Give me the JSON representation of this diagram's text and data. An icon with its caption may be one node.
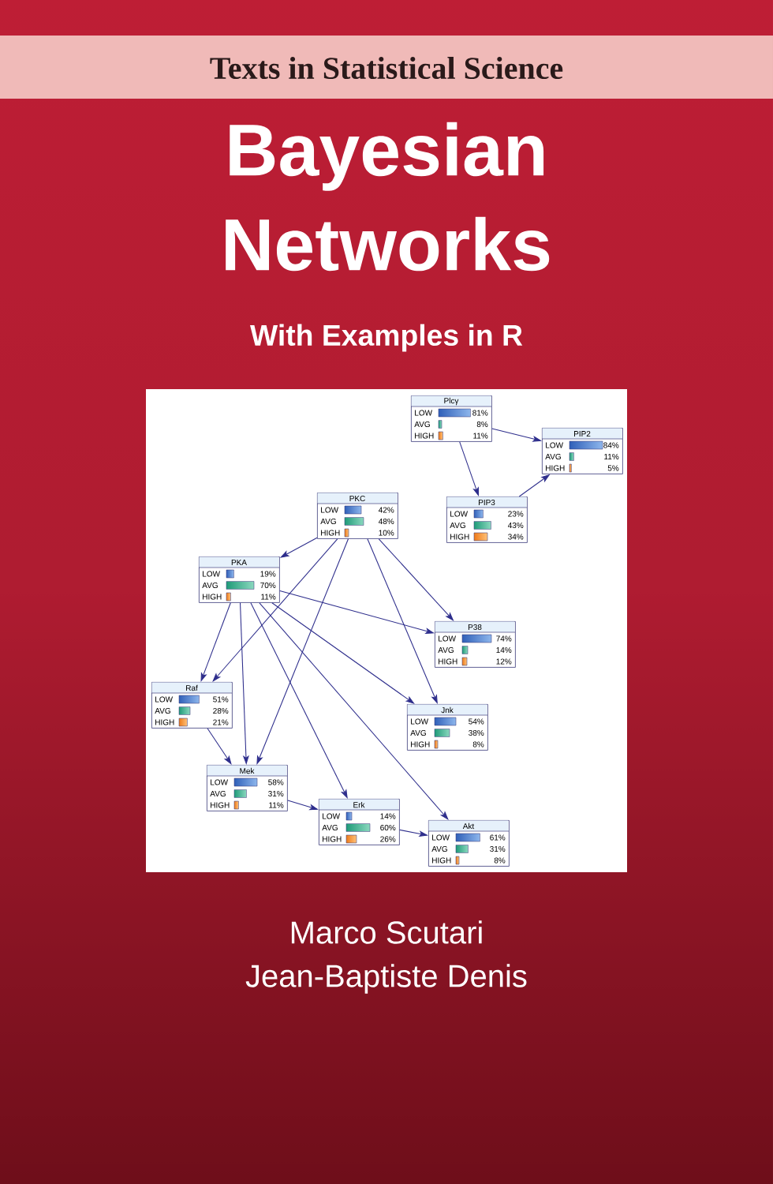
{
  "diagram": {
    "title": "Bayesian Networks",
    "nodes": [
      {
        "text": [
          "Plcγ",
          "LOW",
          "81%",
          "AVG",
          "8%",
          "HIGH",
          "11%"
        ]
      },
      {
        "text": [
          "PIP2",
          "LOW",
          "84%",
          "AVG",
          "11%",
          "HIGH",
          "5%"
        ]
      },
      {
        "text": [
          "PKC",
          "LOW",
          "42%",
          "AVG",
          "48%",
          "HIGH",
          "10%"
        ]
      },
      {
        "text": [
          "PIP3",
          "LOW",
          "23%",
          "AVG",
          "43%",
          "HIGH",
          "34%"
        ]
      },
      {
        "text": [
          "PKA",
          "LOW",
          "19%",
          "AVG",
          "70%",
          "HIGH",
          "11%"
        ]
      },
      {
        "text": [
          "P38",
          "LOW",
          "74%",
          "AVG",
          "14%",
          "HIGH",
          "12%"
        ]
      },
      {
        "text": [
          "Raf",
          "LOW",
          "51%",
          "AVG",
          "28%",
          "HIGH",
          "21%"
        ]
      },
      {
        "text": [
          "Jnk",
          "LOW",
          "54%",
          "AVG",
          "38%",
          "HIGH",
          "8%"
        ]
      },
      {
        "text": [
          "Mek",
          "LOW",
          "58%",
          "AVG",
          "31%",
          "HIGH",
          "11%"
        ]
      },
      {
        "text": [
          "Erk",
          "LOW",
          "14%",
          "AVG",
          "60%",
          "HIGH",
          "26%"
        ]
      },
      {
        "text": [
          "Akt",
          "LOW",
          "61%",
          "AVG",
          "31%",
          "HIGH",
          "8%"
        ]
      }
    ],
    "edges": [
      {
        "from": 0,
        "to": 1,
        "arrow": "to"
      },
      {
        "from": 0,
        "to": 3,
        "arrow": "to"
      },
      {
        "from": 3,
        "to": 1,
        "arrow": "to"
      },
      {
        "from": 2,
        "to": 4,
        "arrow": "to"
      },
      {
        "from": 2,
        "to": 6,
        "arrow": "to"
      },
      {
        "from": 2,
        "to": 8,
        "arrow": "to"
      },
      {
        "from": 2,
        "to": 7,
        "arrow": "to"
      },
      {
        "from": 2,
        "to": 5,
        "arrow": "to"
      },
      {
        "from": 4,
        "to": 6,
        "arrow": "to"
      },
      {
        "from": 4,
        "to": 8,
        "arrow": "to"
      },
      {
        "from": 4,
        "to": 9,
        "arrow": "to"
      },
      {
        "from": 4,
        "to": 10,
        "arrow": "to"
      },
      {
        "from": 4,
        "to": 7,
        "arrow": "to"
      },
      {
        "from": 4,
        "to": 5,
        "arrow": "to"
      },
      {
        "from": 6,
        "to": 8,
        "arrow": "to"
      },
      {
        "from": 8,
        "to": 9,
        "arrow": "to"
      },
      {
        "from": 9,
        "to": 10,
        "arrow": "to"
      }
    ],
    "labels": [
      "Texts in Statistical Science",
      "With Examples in R",
      "Marco Scutari",
      "Jean-Baptiste Denis"
    ]
  }
}
